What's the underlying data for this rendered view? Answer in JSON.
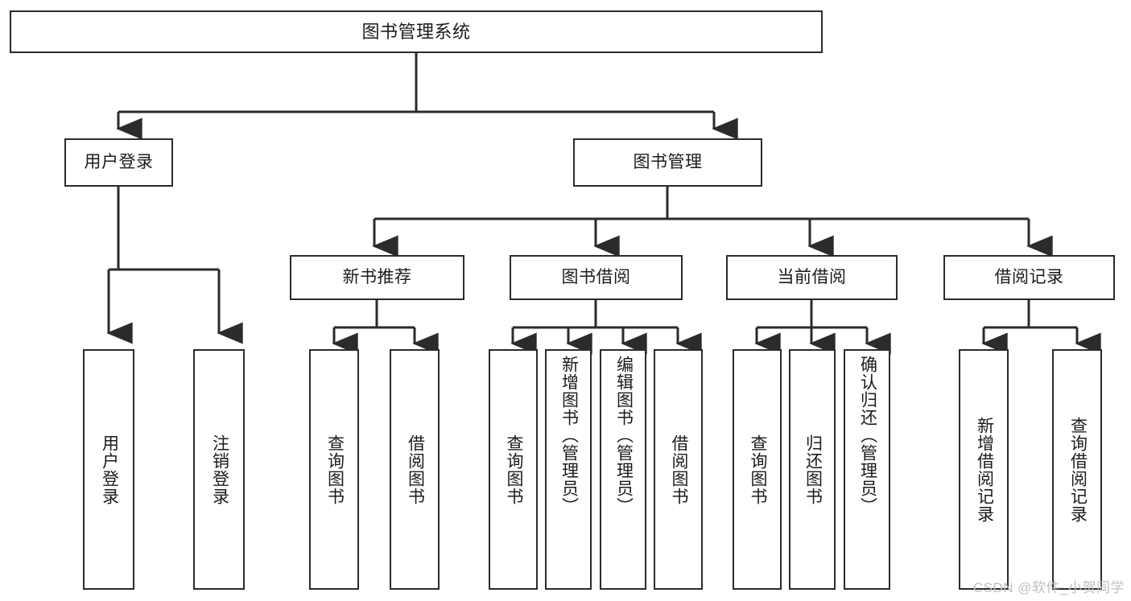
{
  "diagram": {
    "title": "图书管理系统",
    "watermark": "CSDN @软件_小贺同学",
    "line_color": "#2b2b2b",
    "box_fill": "#ffffff",
    "text_color": "#1b1b1b",
    "watermark_color": "#bfbfbf",
    "root": {
      "label": "图书管理系统"
    },
    "level2": [
      {
        "label": "用户登录"
      },
      {
        "label": "图书管理"
      }
    ],
    "level3": [
      {
        "label": "新书推荐"
      },
      {
        "label": "图书借阅"
      },
      {
        "label": "当前借阅"
      },
      {
        "label": "借阅记录"
      }
    ],
    "leaves": {
      "user_login": [
        {
          "label": "用户登录"
        },
        {
          "label": "注销登录"
        }
      ],
      "new_book": [
        {
          "label": "查询图书"
        },
        {
          "label": "借阅图书"
        }
      ],
      "book_borrow": [
        {
          "label": "查询图书"
        },
        {
          "label": "新增图书（管理员）"
        },
        {
          "label": "编辑图书（管理员）"
        },
        {
          "label": "借阅图书"
        }
      ],
      "current_borrow": [
        {
          "label": "查询图书"
        },
        {
          "label": "归还图书"
        },
        {
          "label": "确认归还（管理员）"
        }
      ],
      "borrow_record": [
        {
          "label": "新增借阅记录"
        },
        {
          "label": "查询借阅记录"
        }
      ]
    }
  }
}
